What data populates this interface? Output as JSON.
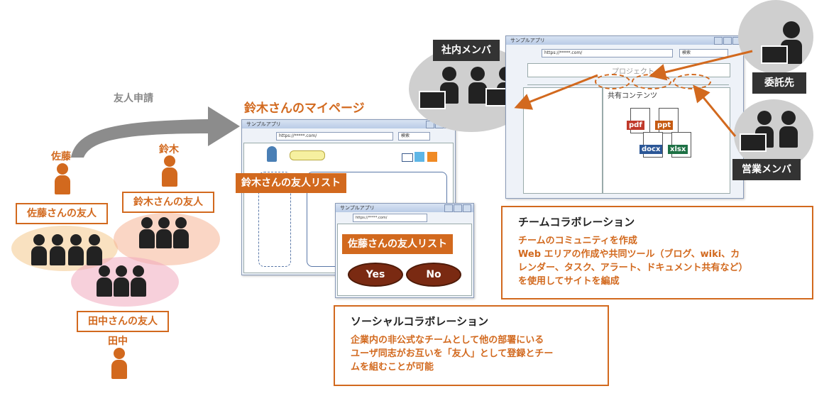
{
  "friend_request": "友人申請",
  "people": {
    "sato": "佐藤",
    "suzuki": "鈴木",
    "tanaka": "田中"
  },
  "groups": {
    "sato_friends": "佐藤さんの友人",
    "suzuki_friends": "鈴木さんの友人",
    "tanaka_friends": "田中さんの友人"
  },
  "mypage_title": "鈴木さんのマイページ",
  "suzuki_friend_list": "鈴木さんの友人リスト",
  "sato_friend_list": "佐藤さんの友人リスト",
  "yes_label": "Yes",
  "no_label": "No",
  "window": {
    "title": "サンプルアプリ",
    "url": "https://*****.com/",
    "search": "検索",
    "project": "プロジェクト",
    "shared_content": "共有コンテンツ"
  },
  "roles": {
    "internal": "社内メンバ",
    "contractor": "委託先",
    "sales": "営業メンバ"
  },
  "file_types": [
    "pdf",
    "ppt",
    "docx",
    "xlsx"
  ],
  "team_collab": {
    "title": "チームコラボレーション",
    "lines": [
      "チームのコミュニティを作成",
      "Web エリアの作成や共同ツール（ブログ、wiki、カ",
      "レンダー、タスク、アラート、ドキュメント共有など）",
      "を使用してサイトを編成"
    ]
  },
  "social_collab": {
    "title": "ソーシャルコラボレーション",
    "lines": [
      "企業内の非公式なチームとして他の部署にいる",
      "ユーザ同志がお互いを「友人」として登録とチー",
      "ムを組むことが可能"
    ]
  },
  "colors": {
    "accent": "#d2691e",
    "dark": "#333333",
    "yes_no": "#7a2a12"
  }
}
